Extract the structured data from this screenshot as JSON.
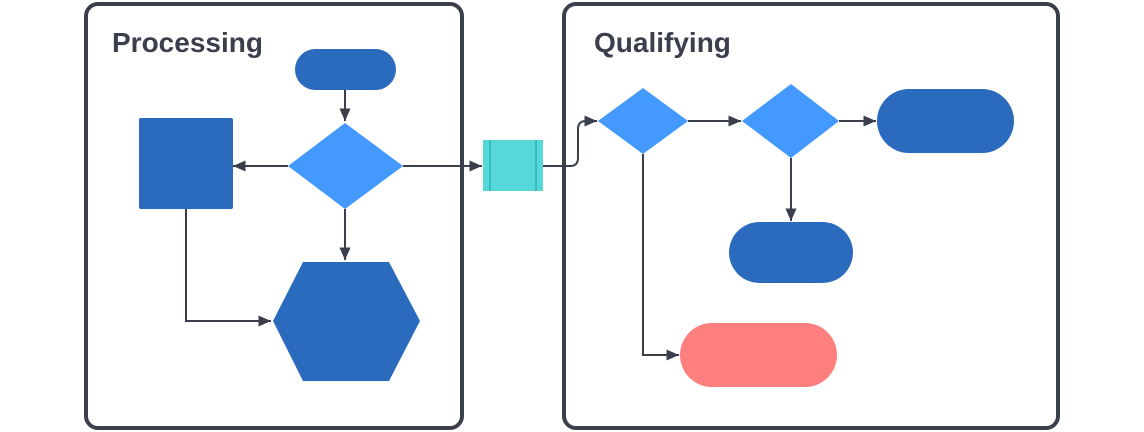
{
  "diagram": {
    "title": "",
    "colors": {
      "frame": "#3a3f4b",
      "connector": "#3a3f4b",
      "dark_blue": "#2a6bbd",
      "light_blue": "#4499ff",
      "teal": "#57d8d8",
      "salmon": "#ff7f7f"
    },
    "lanes": [
      {
        "id": "lane-processing",
        "title": "Processing"
      },
      {
        "id": "lane-qualifying",
        "title": "Qualifying"
      }
    ],
    "nodes": [
      {
        "id": "p-start",
        "shape": "terminator",
        "label": "",
        "fill": "dark_blue"
      },
      {
        "id": "p-decision",
        "shape": "decision",
        "label": "",
        "fill": "light_blue"
      },
      {
        "id": "p-process",
        "shape": "process",
        "label": "",
        "fill": "dark_blue"
      },
      {
        "id": "p-preparation",
        "shape": "hexagon",
        "label": "",
        "fill": "dark_blue"
      },
      {
        "id": "link-subprocess",
        "shape": "predefined-process",
        "label": "",
        "fill": "teal"
      },
      {
        "id": "q-decision-1",
        "shape": "decision",
        "label": "",
        "fill": "light_blue"
      },
      {
        "id": "q-decision-2",
        "shape": "decision",
        "label": "",
        "fill": "light_blue"
      },
      {
        "id": "q-end-right",
        "shape": "terminator",
        "label": "",
        "fill": "dark_blue"
      },
      {
        "id": "q-end-middle",
        "shape": "terminator",
        "label": "",
        "fill": "dark_blue"
      },
      {
        "id": "q-end-bottom",
        "shape": "terminator",
        "label": "",
        "fill": "salmon"
      }
    ],
    "edges": [
      {
        "from": "p-start",
        "to": "p-decision",
        "label": ""
      },
      {
        "from": "p-decision",
        "to": "p-process",
        "label": ""
      },
      {
        "from": "p-decision",
        "to": "p-preparation",
        "label": ""
      },
      {
        "from": "p-process",
        "to": "p-preparation",
        "label": ""
      },
      {
        "from": "p-decision",
        "to": "link-subprocess",
        "label": ""
      },
      {
        "from": "link-subprocess",
        "to": "q-decision-1",
        "label": ""
      },
      {
        "from": "q-decision-1",
        "to": "q-decision-2",
        "label": ""
      },
      {
        "from": "q-decision-2",
        "to": "q-end-right",
        "label": ""
      },
      {
        "from": "q-decision-2",
        "to": "q-end-middle",
        "label": ""
      },
      {
        "from": "q-decision-1",
        "to": "q-end-bottom",
        "label": ""
      }
    ]
  }
}
